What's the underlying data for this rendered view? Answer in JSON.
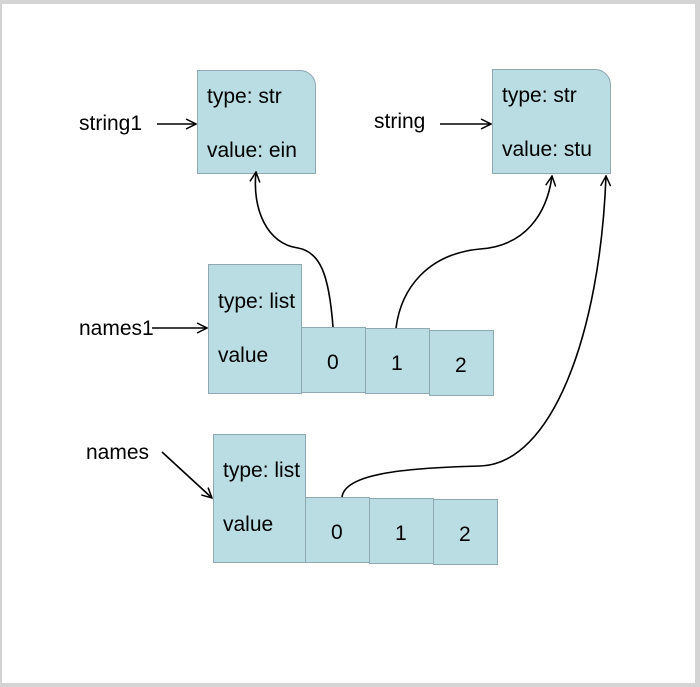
{
  "colors": {
    "box_fill": "#b9dde3",
    "box_border": "#8fa9b0",
    "arrow": "#000000"
  },
  "variables": {
    "string1": "string1",
    "string": "string",
    "names1": "names1",
    "names": "names"
  },
  "objects": {
    "str_ein": {
      "type": "type: str",
      "value": "value: ein"
    },
    "str_stu": {
      "type": "type: str",
      "value": "value: stu"
    },
    "list1": {
      "type": "type: list",
      "value": "value",
      "cells": [
        "0",
        "1",
        "2"
      ]
    },
    "list2": {
      "type": "type: list",
      "value": "value",
      "cells": [
        "0",
        "1",
        "2"
      ]
    }
  }
}
